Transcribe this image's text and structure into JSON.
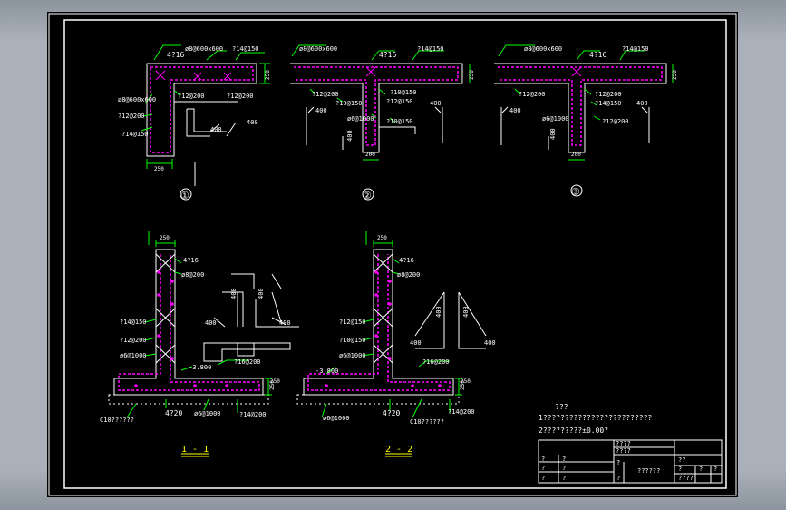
{
  "drawing": {
    "callouts": {
      "d1": {
        "a": "4?16",
        "b": "ø8@600x600",
        "c": "?14@150",
        "d": "ø8@600x600",
        "e": "?12@200",
        "f": "?12@200",
        "g": "?12@200",
        "h": "?14@150",
        "i": "400",
        "j": "400",
        "k": "250",
        "l": "250"
      },
      "d2": {
        "a": "ø8@600x600",
        "b": "4?16",
        "c": "?14@150",
        "d": "?12@200",
        "e": "?10@150",
        "f": "?10@150",
        "g": "?12@150",
        "h": "ø6@1000",
        "i": "?10@150",
        "j": "400",
        "k": "400",
        "l": "400",
        "m": "250",
        "n": "200"
      },
      "d3": {
        "a": "ø8@600x600",
        "b": "4?16",
        "c": "?14@150",
        "d": "?12@200",
        "e": "?12@200",
        "f": "?14@150",
        "g": "ø6@1000",
        "h": "?12@200",
        "i": "400",
        "j": "400",
        "k": "400",
        "l": "250",
        "m": "200"
      },
      "markers": [
        "①",
        "②",
        "③"
      ]
    },
    "section1": {
      "dim_top": "250",
      "d1": "4?16",
      "d2": "ø8@200",
      "d3": "?14@150",
      "d4": "?12@200",
      "d5": "ø6@1000",
      "d6": "-3.800",
      "d7": "?16@200",
      "d8": "4?20",
      "d9": "ø6@1000",
      "d10": "?14@200",
      "d11": "C10??????",
      "d12": "250",
      "d13": "250",
      "d14": "400",
      "d15": "400",
      "d16": "400",
      "d17": "400",
      "title": "1 - 1"
    },
    "section2": {
      "dim_top": "250",
      "d1": "4?16",
      "d2": "ø8@200",
      "d3": "?12@150",
      "d4": "?10@150",
      "d5": "ø6@1000",
      "d6": "-3.800",
      "d7": "?16@200",
      "d8": "4?20",
      "d9": "ø6@1000",
      "d10": "?14@200",
      "d11": "C10??????",
      "d12": "250",
      "d13": "250",
      "d14": "400",
      "d15": "400",
      "d16": "400",
      "d17": "400",
      "title": "2 - 2"
    },
    "notes": {
      "line1": "???",
      "line2": "1?????????????????????????",
      "line3": "2?????????±0.00?"
    },
    "title_block": {
      "r1": "????",
      "r2": "????",
      "r3": "??",
      "cells": [
        "?",
        "?",
        "?",
        "?",
        "?",
        "?",
        "?"
      ],
      "name": "??????",
      "c1": "?",
      "c2": "?",
      "c3": "????",
      "c4": "?",
      "c5": "?"
    }
  }
}
